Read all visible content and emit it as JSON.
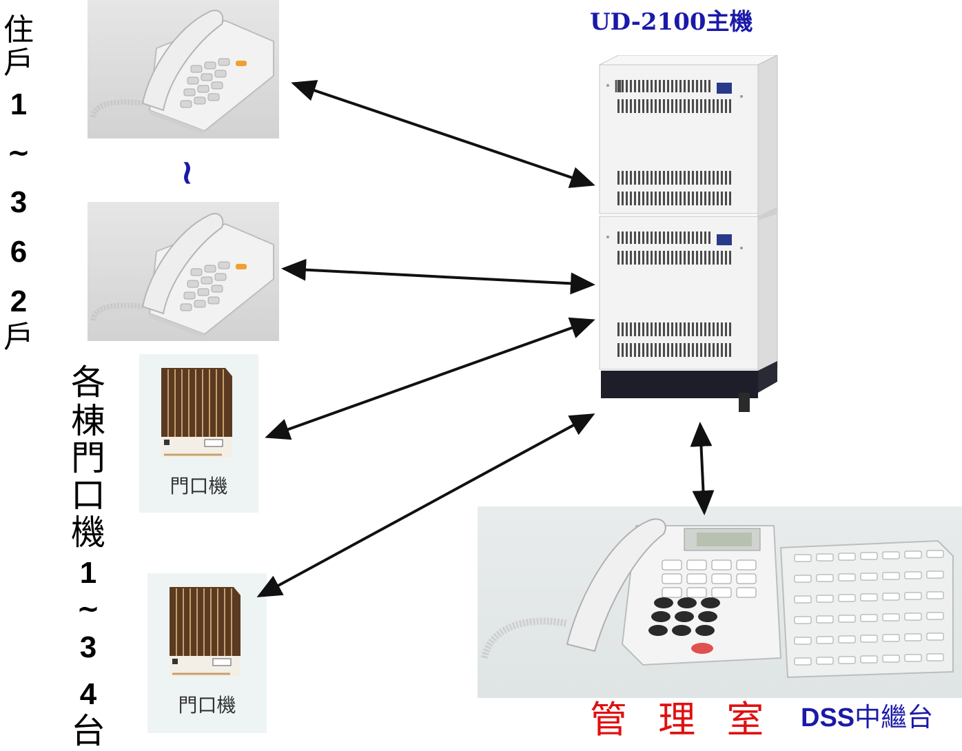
{
  "main_unit": {
    "title": "UD-2100主機"
  },
  "residents": {
    "label_chars": [
      "住",
      "戶",
      "1",
      "~",
      "3",
      "6",
      "2",
      "戶"
    ]
  },
  "range_symbol": "~",
  "door_units": {
    "label_chars": [
      "各",
      "棟",
      "門",
      "口",
      "機",
      "1",
      "~",
      "3",
      "4",
      "台"
    ],
    "device_label": "門口機"
  },
  "management": {
    "label": "管 理 室"
  },
  "dss": {
    "prefix": "DSS",
    "suffix": "中繼台"
  },
  "colors": {
    "title_blue": "#1a1aa8",
    "mgmt_red": "#e01010",
    "arrow": "#111111"
  },
  "icons": [
    "telephone-icon",
    "door-intercom-icon",
    "pbx-cabinet-icon",
    "operator-console-icon"
  ]
}
